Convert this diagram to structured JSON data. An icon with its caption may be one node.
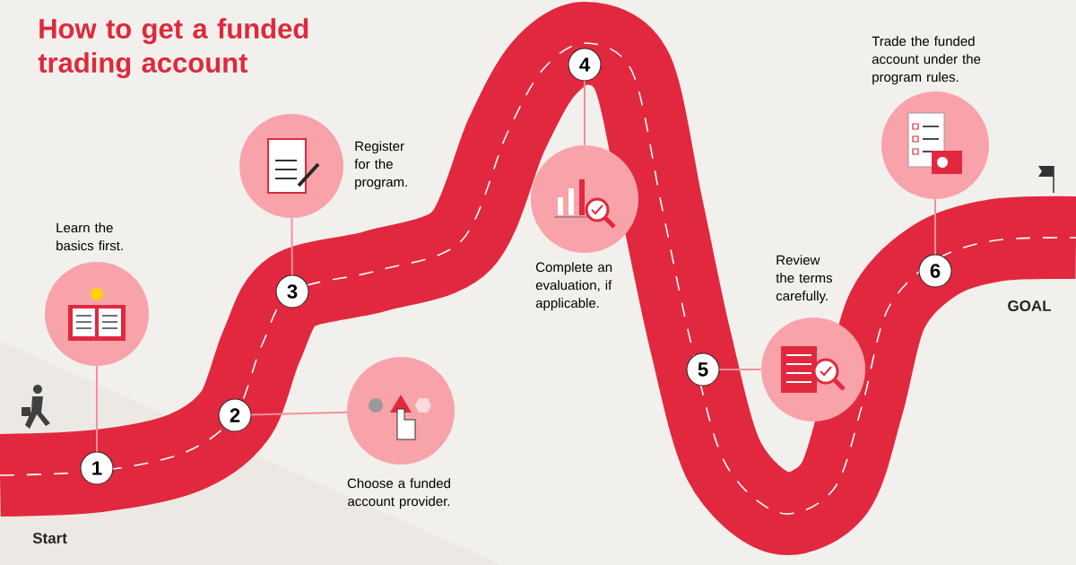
{
  "diagram": {
    "title": "How to get a funded trading account",
    "nodes": [
      {
        "text": [
          "1"
        ]
      },
      {
        "text": [],
        "shape": "circle",
        "beside": [
          "Learn the basics first."
        ]
      },
      {
        "text": [
          "2"
        ]
      },
      {
        "text": [],
        "shape": "circle",
        "beside": [
          "Choose a funded account provider."
        ]
      },
      {
        "text": [
          "3"
        ]
      },
      {
        "text": [],
        "shape": "circle",
        "beside": [
          "Register for the program."
        ]
      },
      {
        "text": [
          "4"
        ]
      },
      {
        "text": [],
        "shape": "circle",
        "beside": [
          "Complete an evaluation, if applicable."
        ]
      },
      {
        "text": [
          "5"
        ]
      },
      {
        "text": [],
        "shape": "circle",
        "beside": [
          "Review the terms carefully."
        ]
      },
      {
        "text": [
          "6"
        ]
      },
      {
        "text": [],
        "shape": "circle",
        "beside": [
          "Trade the funded account under the program rules."
        ]
      }
    ],
    "edges": [
      {
        "from": 0,
        "to": 1,
        "arrow": "none"
      },
      {
        "from": 2,
        "to": 3,
        "arrow": "none"
      },
      {
        "from": 4,
        "to": 5,
        "arrow": "none"
      },
      {
        "from": 6,
        "to": 7,
        "arrow": "none"
      },
      {
        "from": 8,
        "to": 9,
        "arrow": "none"
      },
      {
        "from": 10,
        "to": 11,
        "arrow": "none"
      }
    ],
    "labels": [
      "Start",
      "GOAL"
    ]
  }
}
